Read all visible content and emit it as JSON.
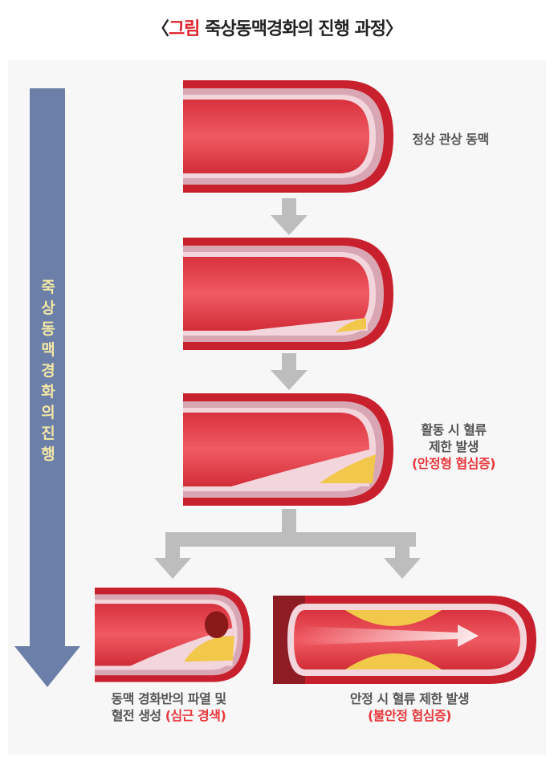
{
  "title": {
    "open": "〈",
    "highlight": "그림",
    "rest": " 죽상동맥경화의 진행 과정",
    "close": "〉"
  },
  "progress_label": "죽상동맥경화의 진행",
  "stages": [
    {
      "text": "정상 관상 동맥"
    },
    {
      "text": ""
    },
    {
      "line1": "활동 시 혈류",
      "line2": "제한 발생",
      "note": "(안정형 협심증)"
    }
  ],
  "outcomes": [
    {
      "line1": "동맥 경화반의 파열 및",
      "line2": "혈전 생성 ",
      "note": "(심근 경색)"
    },
    {
      "line1": "안정 시 혈류 제한 발생",
      "note": "(불안정 협심증)"
    }
  ],
  "colors": {
    "artery": "#e84a55",
    "wall": "#c8202c",
    "plaque": "#f2c84a",
    "arrow": "#bdbdbd",
    "progress": "#6b7fa8",
    "highlight": "#e0242c"
  }
}
